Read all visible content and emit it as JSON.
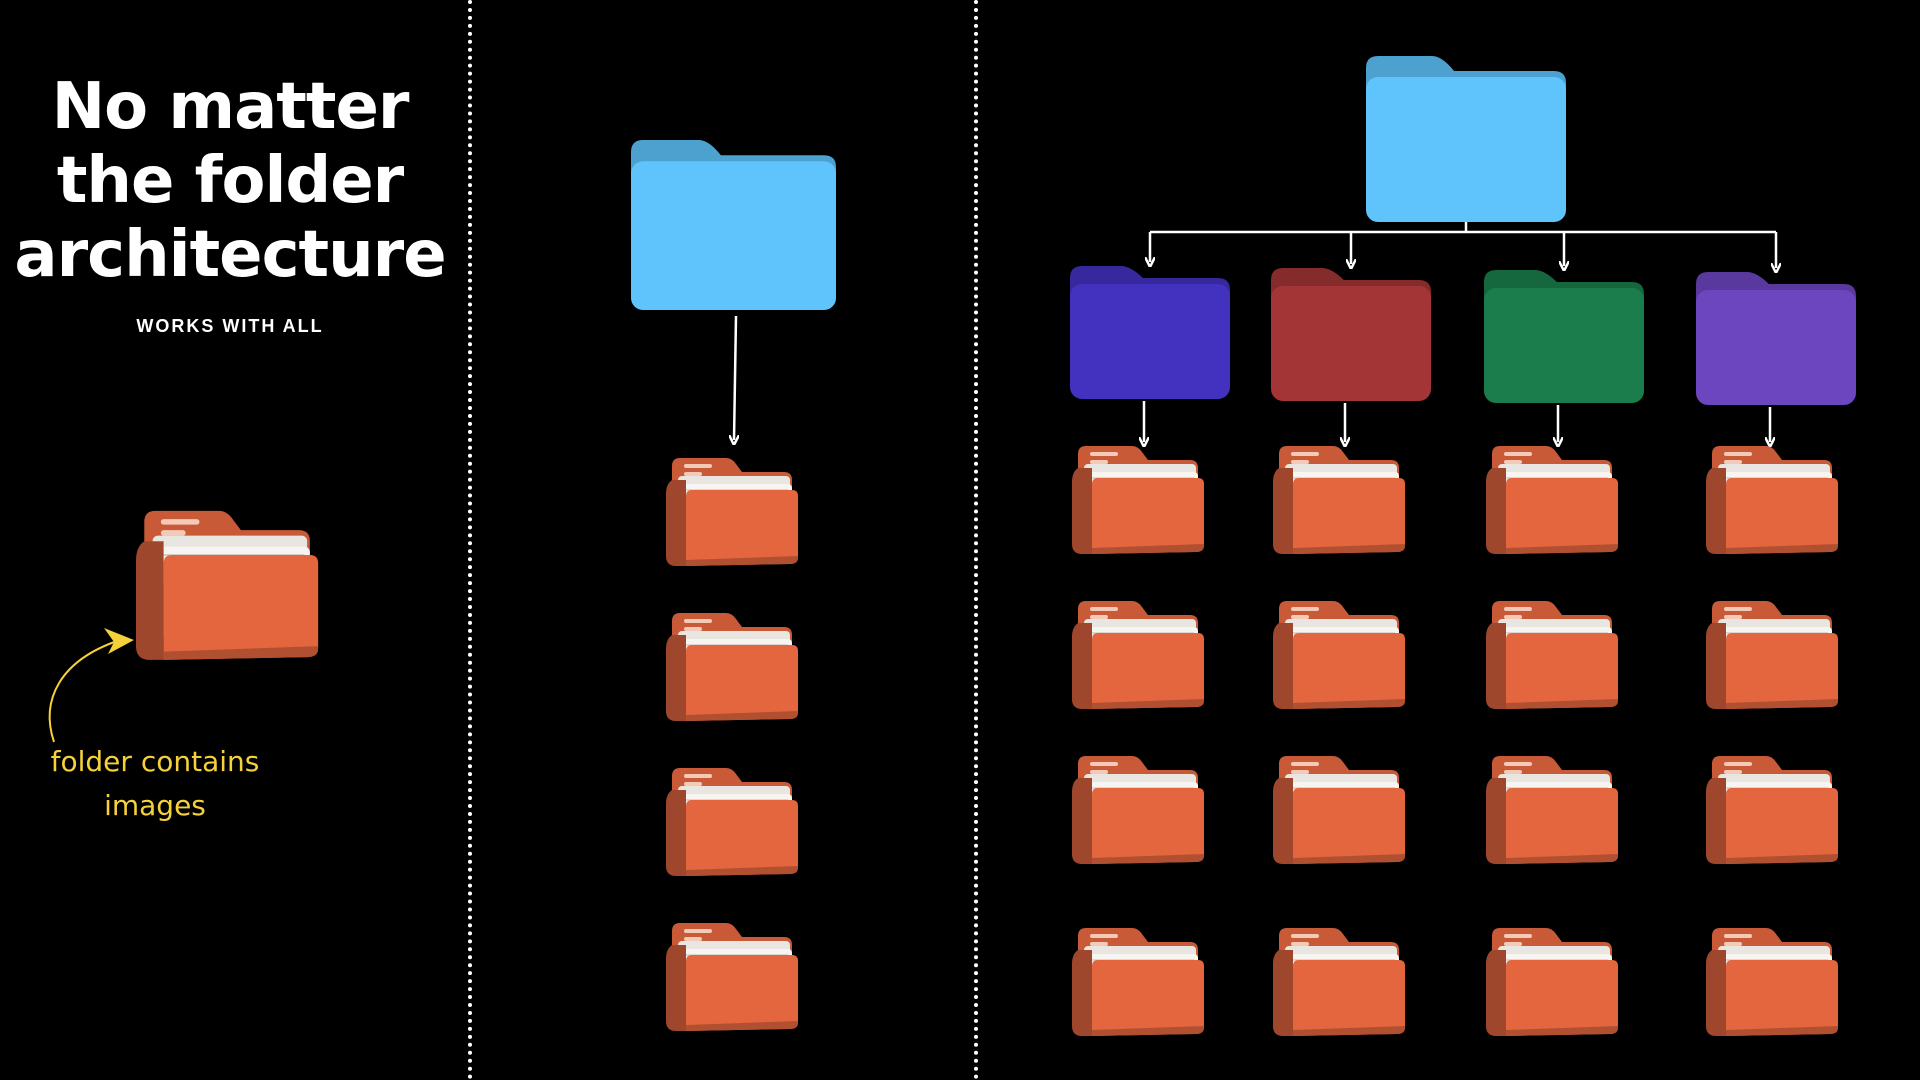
{
  "left_panel": {
    "title_lines": [
      "No matter",
      "the folder",
      "architecture"
    ],
    "subtitle": "WORKS WITH ALL",
    "annotation_lines": [
      "folder contains",
      "images"
    ]
  },
  "colors": {
    "background": "#000000",
    "root_folder": "#5ec4fb",
    "root_folder_tab": "#52aee6",
    "image_folder": "#e3663f",
    "arrow": "#ffffff",
    "annotation": "#f5d13a",
    "subfolders": [
      "#4331bf",
      "#a33536",
      "#1a7d4b",
      "#6c46bf"
    ]
  },
  "icons": {
    "root": "blue-folder-icon",
    "subfolder": "colored-folder-icon",
    "leaf": "image-folder-icon"
  },
  "structure": {
    "flat": {
      "image_folders": 4
    },
    "nested": {
      "subfolders": 4,
      "image_folders_per_subfolder": 4
    }
  }
}
